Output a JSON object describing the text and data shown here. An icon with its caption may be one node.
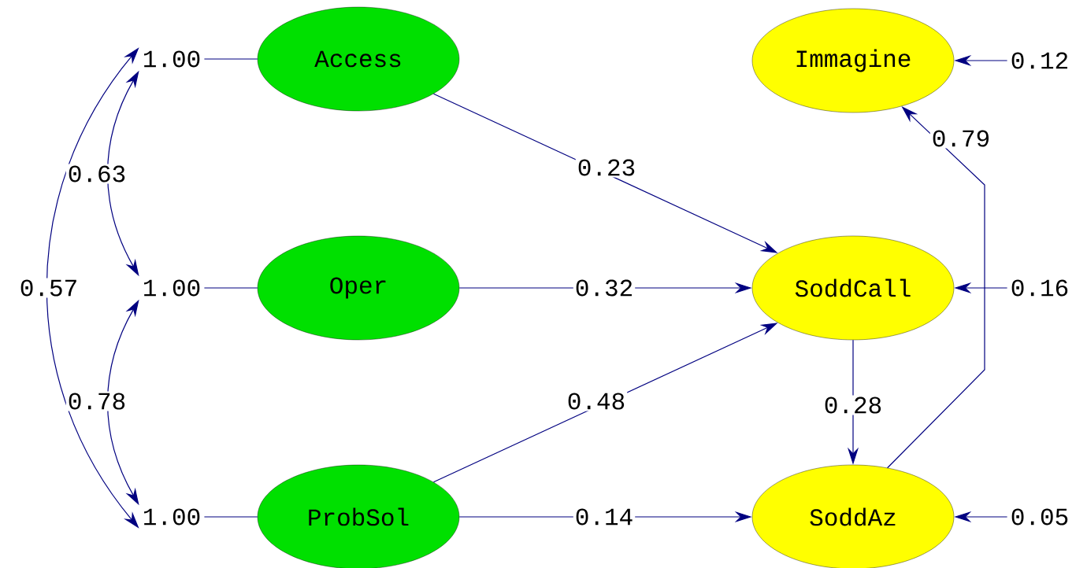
{
  "diagram": {
    "nodes": [
      {
        "text": [
          "1.00"
        ]
      },
      {
        "text": [
          "Access"
        ]
      },
      {
        "text": [
          "Immagine"
        ]
      },
      {
        "text": [
          "0.12"
        ]
      },
      {
        "text": [
          "1.00"
        ]
      },
      {
        "text": [
          "Oper"
        ]
      },
      {
        "text": [
          "SoddCall"
        ]
      },
      {
        "text": [
          "0.16"
        ]
      },
      {
        "text": [
          "1.00"
        ]
      },
      {
        "text": [
          "ProbSol"
        ]
      },
      {
        "text": [
          "SoddAz"
        ]
      },
      {
        "text": [
          "0.05"
        ]
      }
    ],
    "edges": [
      {
        "from": 0,
        "to": 1,
        "arrow": "none"
      },
      {
        "from": 4,
        "to": 5,
        "arrow": "none"
      },
      {
        "from": 8,
        "to": 9,
        "arrow": "none"
      },
      {
        "from": 3,
        "to": 2,
        "arrow": "to"
      },
      {
        "from": 7,
        "to": 6,
        "arrow": "to"
      },
      {
        "from": 11,
        "to": 10,
        "arrow": "to"
      },
      {
        "from": 1,
        "to": 6,
        "arrow": "to",
        "label": "0.23"
      },
      {
        "from": 5,
        "to": 6,
        "arrow": "to",
        "label": "0.32"
      },
      {
        "from": 9,
        "to": 6,
        "arrow": "to",
        "label": "0.48"
      },
      {
        "from": 9,
        "to": 10,
        "arrow": "to",
        "label": "0.14"
      },
      {
        "from": 6,
        "to": 10,
        "arrow": "to",
        "label": "0.28"
      },
      {
        "from": 10,
        "to": 2,
        "arrow": "to",
        "label": "0.79"
      },
      {
        "from": 0,
        "to": 4,
        "arrow": "both",
        "label": "0.63"
      },
      {
        "from": 4,
        "to": 8,
        "arrow": "both",
        "label": "0.78"
      },
      {
        "from": 0,
        "to": 8,
        "arrow": "both",
        "label": "0.57"
      }
    ]
  }
}
